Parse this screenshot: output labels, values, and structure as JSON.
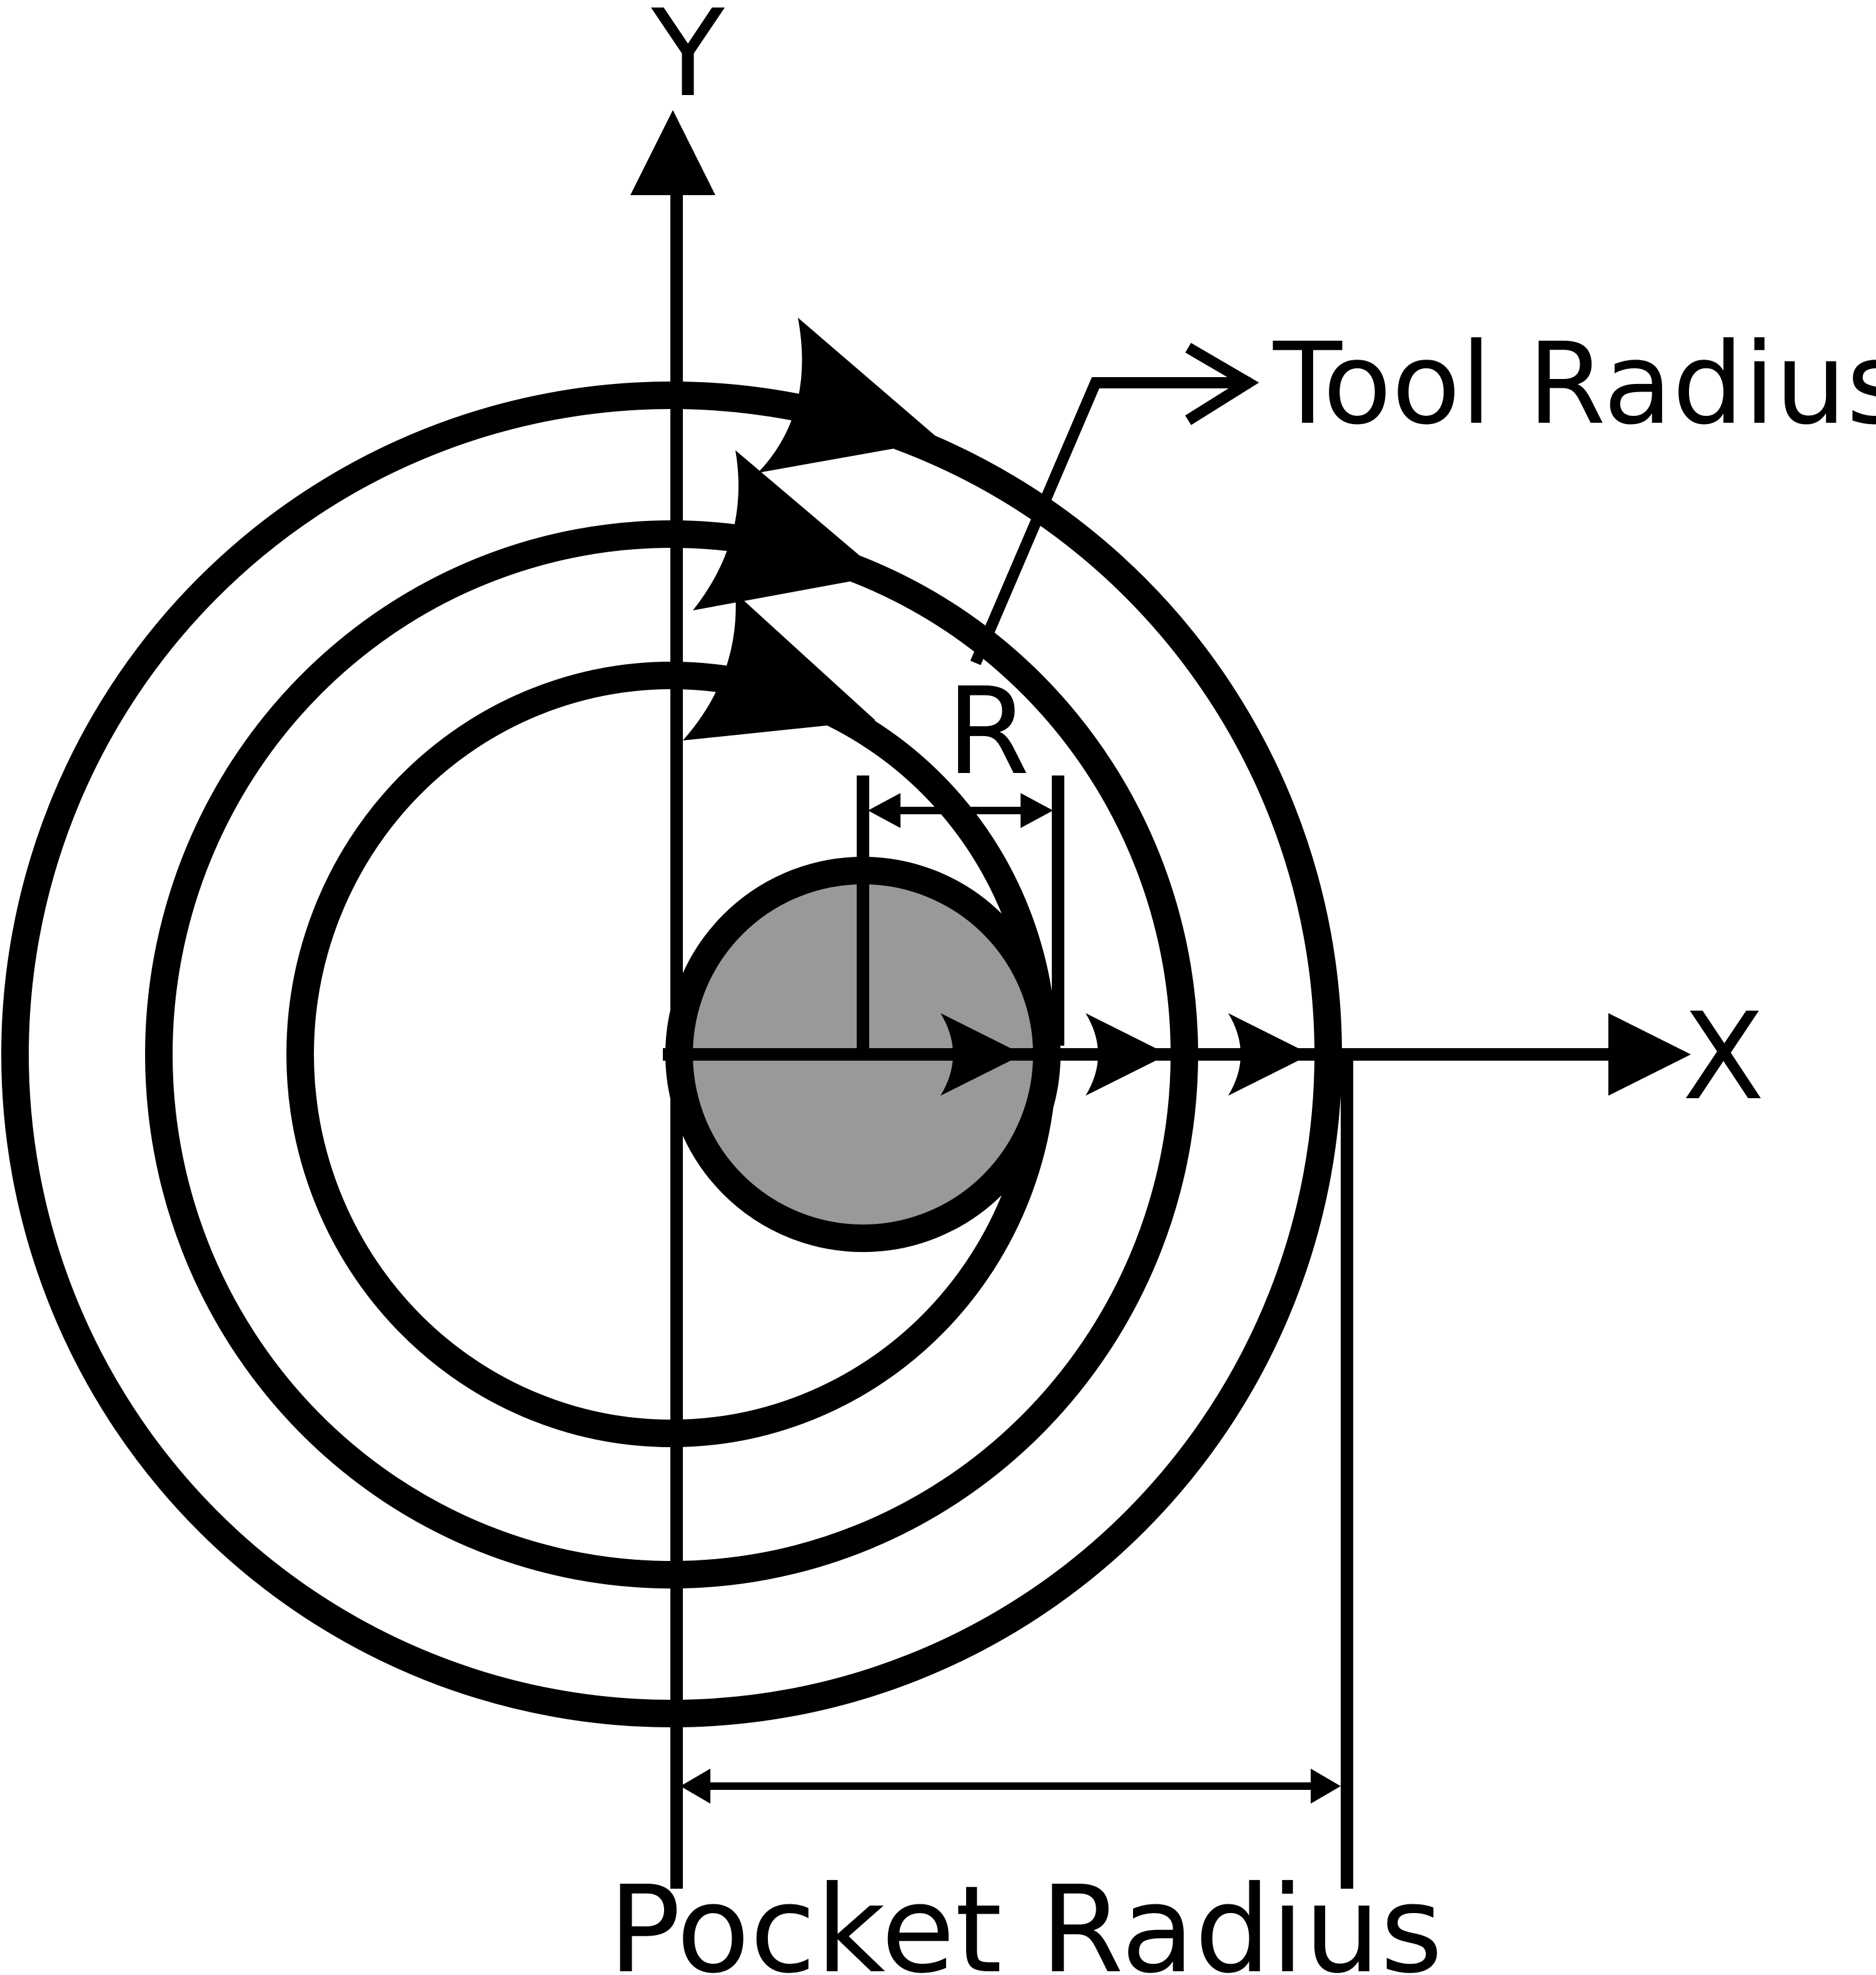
{
  "diagram": {
    "axes": {
      "x_label": "X",
      "y_label": "Y"
    },
    "labels": {
      "tool_radius": "Tool Radius",
      "radius_symbol": "R",
      "pocket_radius": "Pocket Radius"
    },
    "colors": {
      "ink": "#000000",
      "tool_fill": "#999999",
      "background": "#ffffff"
    }
  }
}
